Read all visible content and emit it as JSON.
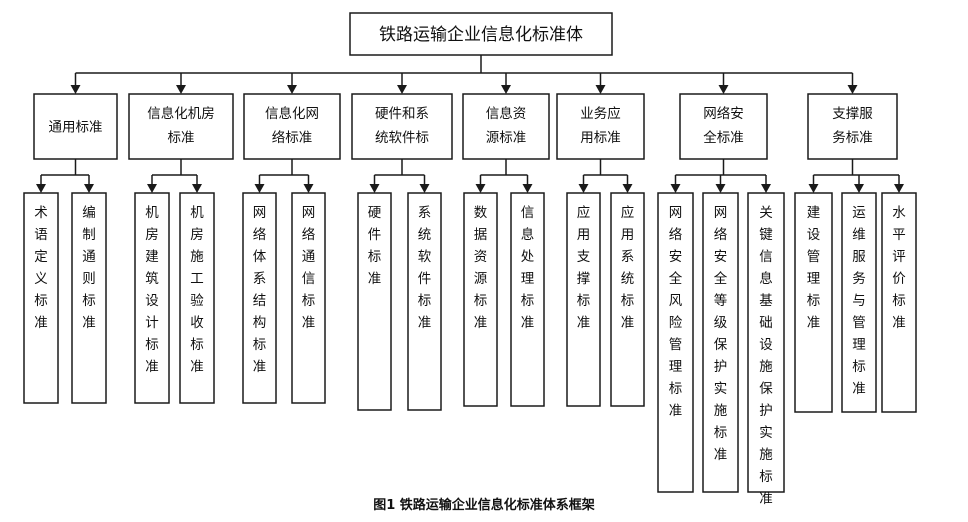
{
  "root": {
    "label": "铁路运输企业信息化标准体"
  },
  "categories": [
    {
      "lines": [
        "通用标准"
      ],
      "leaves": [
        "术语定义标准",
        "编制通则标准"
      ]
    },
    {
      "lines": [
        "信息化机房",
        "标准"
      ],
      "leaves": [
        "机房建筑设计标准",
        "机房施工验收标准"
      ]
    },
    {
      "lines": [
        "信息化网",
        "络标准"
      ],
      "leaves": [
        "网络体系结构标准",
        "网络通信标准"
      ]
    },
    {
      "lines": [
        "硬件和系",
        "统软件标"
      ],
      "leaves": [
        "硬件标准",
        "系统软件标准"
      ]
    },
    {
      "lines": [
        "信息资",
        "源标准"
      ],
      "leaves": [
        "数据资源标准",
        "信息处理标准"
      ]
    },
    {
      "lines": [
        "业务应",
        "用标准"
      ],
      "leaves": [
        "应用支撑标准",
        "应用系统标准"
      ]
    },
    {
      "lines": [
        "网络安",
        "全标准"
      ],
      "leaves": [
        "网络安全风险管理标准",
        "网络安全等级保护实施标准",
        "关键信息基础设施保护实施标准"
      ]
    },
    {
      "lines": [
        "支撑服",
        "务标准"
      ],
      "leaves": [
        "建设管理标准",
        "运维服务与管理标准",
        "水平评价标准"
      ]
    }
  ],
  "caption": "图1   铁路运输企业信息化标准体系框架"
}
